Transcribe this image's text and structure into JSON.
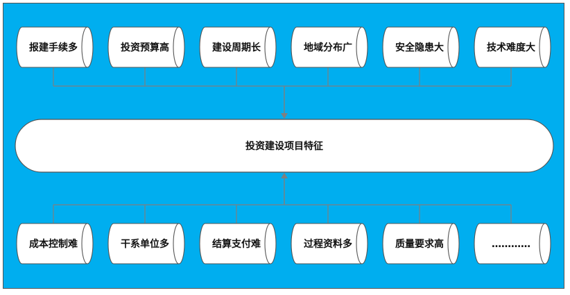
{
  "center": {
    "label": "投资建设项目特征"
  },
  "top_row": [
    {
      "label": "报建手续多"
    },
    {
      "label": "投资预算高"
    },
    {
      "label": "建设周期长"
    },
    {
      "label": "地域分布广"
    },
    {
      "label": "安全隐患大"
    },
    {
      "label": "技术难度大"
    }
  ],
  "bottom_row": [
    {
      "label": "成本控制难"
    },
    {
      "label": "干系单位多"
    },
    {
      "label": "结算支付难"
    },
    {
      "label": "过程资料多"
    },
    {
      "label": "质量要求高"
    },
    {
      "label": "…………"
    }
  ],
  "colors": {
    "background": "#00AEEF",
    "box_fill": "#FFFFFF",
    "box_stroke": "#555555",
    "connector": "#7F7F7F"
  }
}
